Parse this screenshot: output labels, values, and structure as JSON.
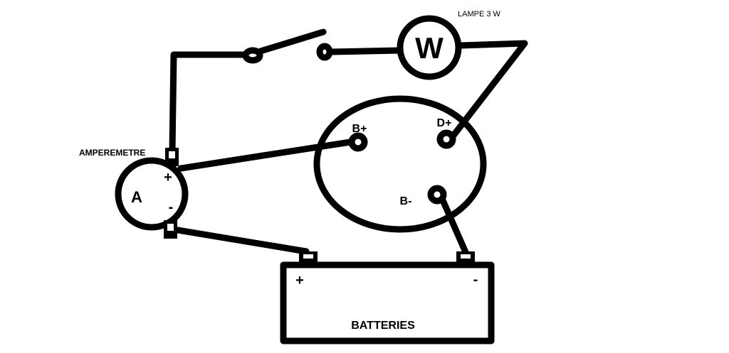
{
  "labels": {
    "lamp": "LAMPE 3 W",
    "lamp_symbol": "W",
    "ammeter": "AMPEREMETRE",
    "ammeter_symbol": "A",
    "ammeter_plus": "+",
    "ammeter_minus": "-",
    "terminal_b_plus": "B+",
    "terminal_d_plus": "D+",
    "terminal_b_minus": "B-",
    "battery": "BATTERIES",
    "battery_plus": "+",
    "battery_minus": "-"
  },
  "colors": {
    "stroke": "#000000",
    "background": "#ffffff"
  }
}
